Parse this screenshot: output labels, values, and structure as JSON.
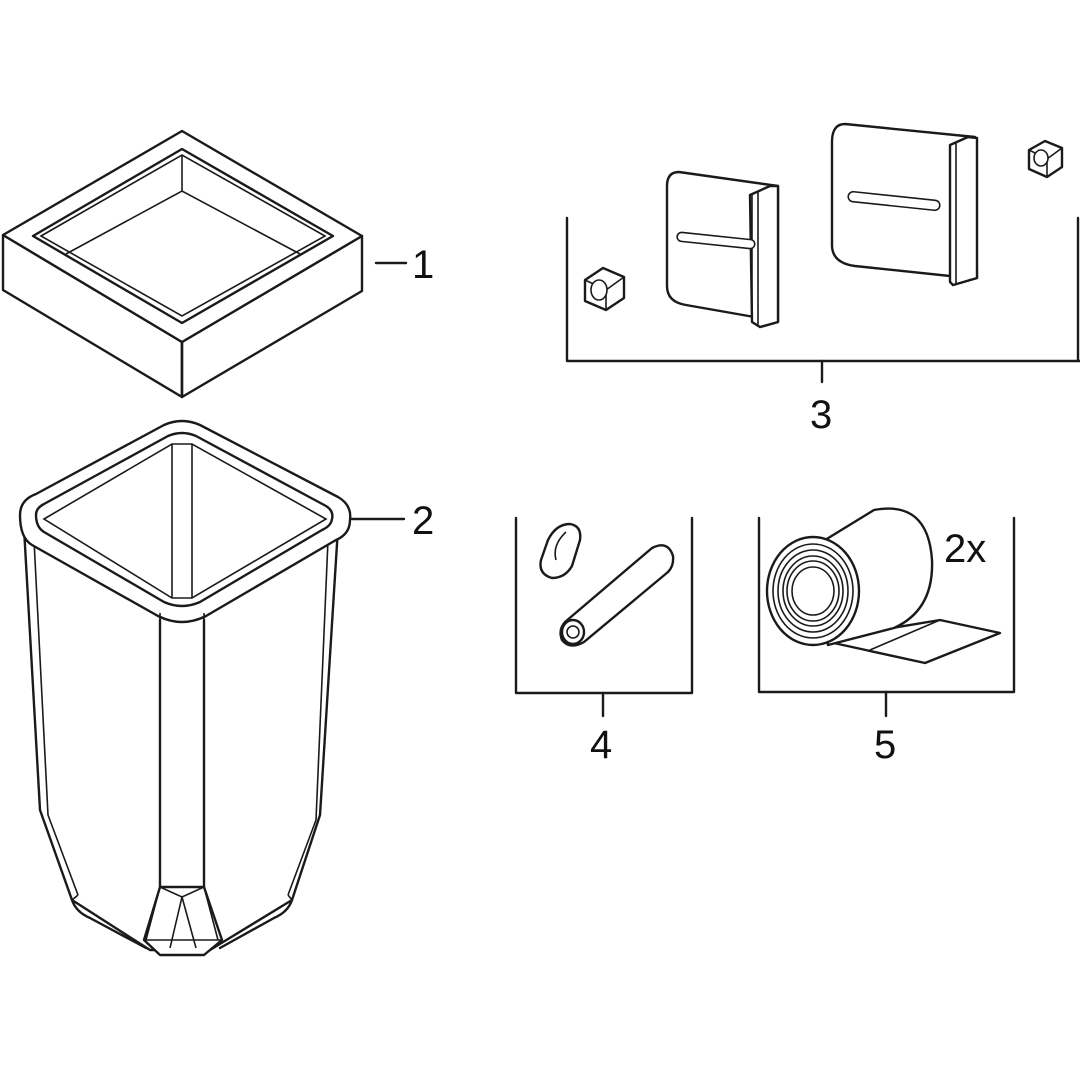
{
  "parts": [
    {
      "number": "1"
    },
    {
      "number": "2"
    },
    {
      "number": "3"
    },
    {
      "number": "4"
    },
    {
      "number": "5",
      "quantity": "2x"
    }
  ]
}
